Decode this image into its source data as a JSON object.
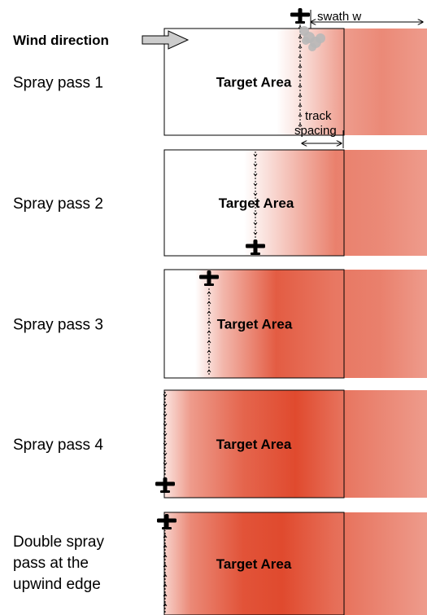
{
  "labels": {
    "wind_direction": "Wind direction",
    "swath": "swath w",
    "track": "track",
    "spacing": "spacing"
  },
  "passes": [
    {
      "label_lines": [
        "Spray pass 1"
      ],
      "target_label": "Target Area"
    },
    {
      "label_lines": [
        "Spray pass 2"
      ],
      "target_label": "Target Area"
    },
    {
      "label_lines": [
        "Spray pass 3"
      ],
      "target_label": "Target Area"
    },
    {
      "label_lines": [
        "Spray pass 4"
      ],
      "target_label": "Target Area"
    },
    {
      "label_lines": [
        "Double spray",
        "pass at the",
        "upwind edge"
      ],
      "target_label": "Target Area"
    }
  ],
  "colors": {
    "deposit": "#e04a2e",
    "outline": "#000000",
    "wind_arrow": "#cccccc",
    "spray_cloud": "#b8b8b8"
  },
  "icons": {
    "aircraft": "aircraft-icon",
    "wind": "wind-arrow-icon"
  }
}
